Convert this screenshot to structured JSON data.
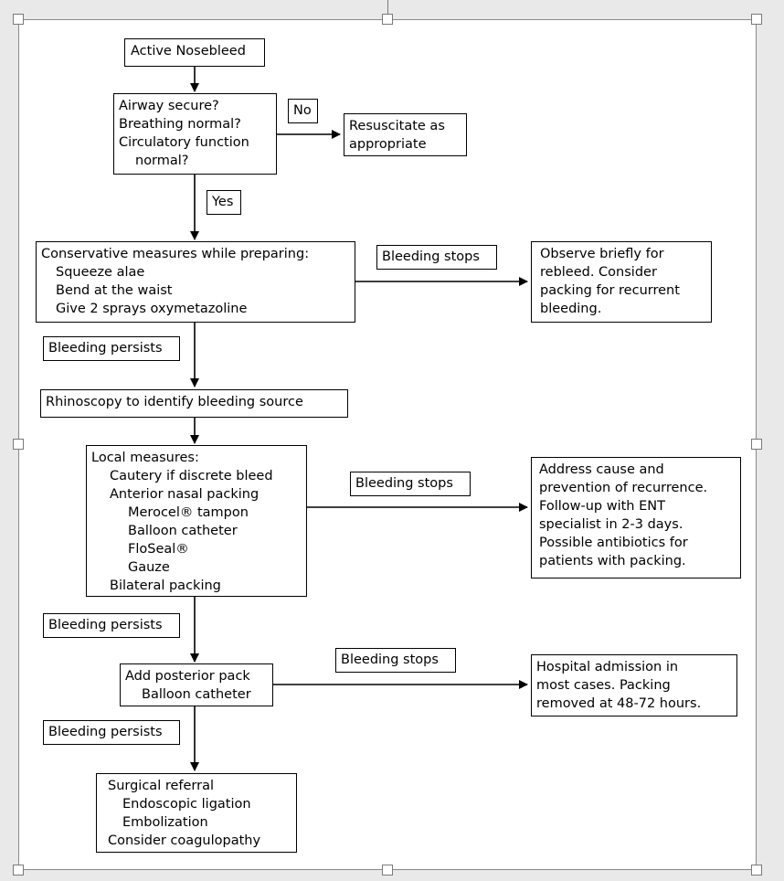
{
  "nodes": {
    "start": {
      "lines": [
        "Active Nosebleed"
      ]
    },
    "airway": {
      "lines": [
        "Airway secure?",
        "Breathing normal?",
        "Circulatory function",
        "normal?"
      ]
    },
    "resuscitate": {
      "lines": [
        "Resuscitate as",
        "appropriate"
      ]
    },
    "conservative": {
      "lines": [
        "Conservative measures while preparing:",
        "Squeeze alae",
        "Bend at the waist",
        "Give 2 sprays oxymetazoline"
      ]
    },
    "observe": {
      "lines": [
        "Observe briefly for",
        "rebleed. Consider",
        "packing for recurrent",
        "bleeding."
      ]
    },
    "rhinoscopy": {
      "lines": [
        "Rhinoscopy to identify bleeding source"
      ]
    },
    "local": {
      "lines": [
        "Local measures:",
        "Cautery if discrete bleed",
        "Anterior nasal packing",
        "Merocel® tampon",
        "Balloon catheter",
        "FloSeal®",
        "Gauze",
        "Bilateral packing"
      ]
    },
    "address": {
      "lines": [
        "Address cause and",
        "prevention of recurrence.",
        "Follow-up with ENT",
        "specialist in 2-3 days.",
        "Possible antibiotics for",
        "patients with packing."
      ]
    },
    "posterior": {
      "lines": [
        "Add posterior pack",
        "Balloon catheter"
      ]
    },
    "hospital": {
      "lines": [
        "Hospital admission in",
        "most cases. Packing",
        "removed at 48-72 hours."
      ]
    },
    "surgical": {
      "lines": [
        "Surgical referral",
        "Endoscopic ligation",
        "Embolization",
        "Consider coagulopathy"
      ]
    }
  },
  "labels": {
    "no": "No",
    "yes": "Yes",
    "stops_1": "Bleeding stops",
    "persists_1": "Bleeding persists",
    "stops_2": "Bleeding stops",
    "persists_2": "Bleeding persists",
    "stops_3": "Bleeding stops",
    "persists_3": "Bleeding persists"
  }
}
